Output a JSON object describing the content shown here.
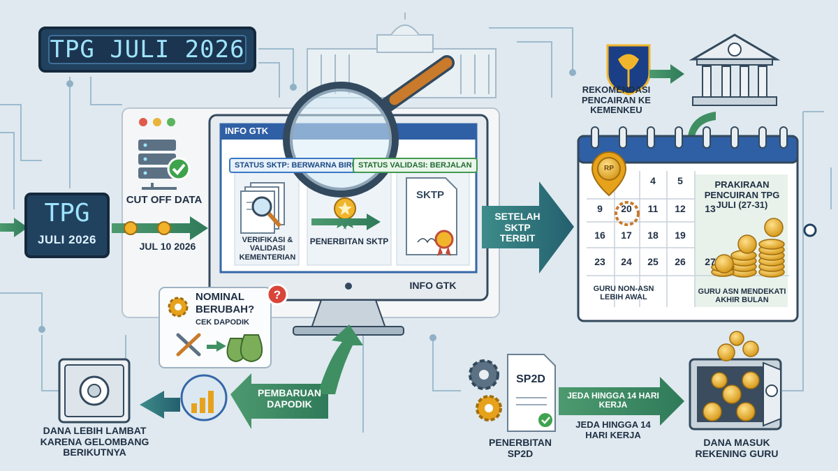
{
  "title": "TPG JULI 2026",
  "tpg_box": {
    "line1": "TPG",
    "line2": "JULI 2026"
  },
  "cutoff": {
    "label": "CUT OFF DATA",
    "date": "JUL 10 2026"
  },
  "monitor": {
    "header": "INFO GTK",
    "footer": "INFO GTK",
    "status_sktp": "STATUS SKTP: BERWARNA BIRU",
    "status_validasi": "STATUS VALIDASI: BERJALAN",
    "step1": "VERIFIKASI & VALIDASI KEMENTERIAN",
    "step2": "PENERBITAN SKTP",
    "doc_label": "SKTP"
  },
  "nominal_note": {
    "line1": "NOMINAL",
    "line2": "BERUBAH?",
    "line3": "CEK DAPODIK"
  },
  "setelah_arrow": "SETELAH SKTP TERBIT",
  "pembaruan_arrow": "PEMBARUAN DAPODIK",
  "rekomendasi": "REKOMENDASI PENCAIRAN KE KEMENKEU",
  "calendar": {
    "rows": [
      [
        "",
        "",
        "4",
        "5"
      ],
      [
        "9",
        "20",
        "11",
        "12",
        "13"
      ],
      [
        "16",
        "17",
        "18",
        "19"
      ],
      [
        "23",
        "24",
        "25",
        "26",
        "27"
      ]
    ],
    "forecast": "PRAKIRAAN PENCUIRAN TPG JULI (27-31)",
    "note_non_asn": "GURU NON-ASN LEBIH AWAL",
    "note_asn": "GURU ASN MENDEKATI AKHIR BULAN",
    "coin_label": "Rp"
  },
  "sp2d": {
    "doc_label": "SP2D",
    "caption": "PENERBITAN SP2D"
  },
  "jeda_arrow": "JEDA HINGGA 14 HARI KERJA",
  "jeda_below": "JEDA HINGGA 14 HARI KERJA",
  "dana_masuk": "DANA MASUK REKENING GURU",
  "dana_lambat": "DANA LEBIH LAMBAT KARENA GELOMBANG BERIKUTNYA",
  "colors": {
    "navy": "#21425f",
    "green_arrow": "#3f8f63",
    "teal_arrow": "#2f6f7a",
    "gold": "#e6a91e"
  }
}
